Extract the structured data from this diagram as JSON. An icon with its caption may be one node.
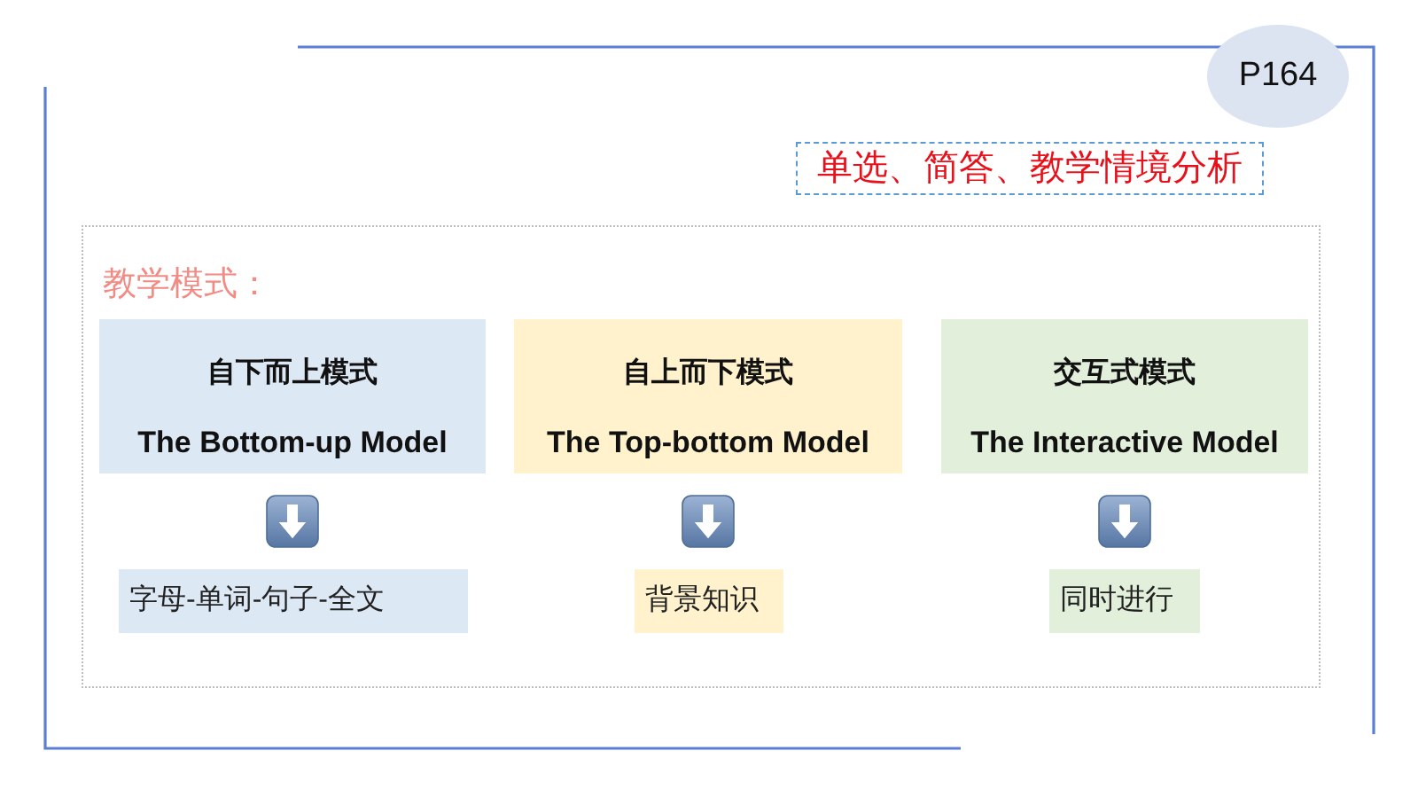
{
  "diagram": {
    "nodes": [
      {
        "text": [
          "P164"
        ]
      },
      {
        "text": [
          "单选、简答、教学情境分析"
        ]
      },
      {
        "text": [
          "教学模式："
        ]
      },
      {
        "text": [
          "自下而上模式",
          "The Bottom-up Model"
        ],
        "in": 2
      },
      {
        "text": [
          "自上而下模式",
          "The Top-bottom Model"
        ],
        "in": 2
      },
      {
        "text": [
          "交互式模式",
          "The Interactive Model"
        ],
        "in": 2
      },
      {
        "text": [
          "字母-单词-句子-全文"
        ],
        "in": 2
      },
      {
        "text": [
          "背景知识"
        ],
        "in": 2
      },
      {
        "text": [
          "同时进行"
        ],
        "in": 2
      }
    ],
    "edges": [
      {
        "from": 3,
        "to": 6,
        "arrow": "to"
      },
      {
        "from": 4,
        "to": 7,
        "arrow": "to"
      },
      {
        "from": 5,
        "to": 8,
        "arrow": "to"
      }
    ]
  }
}
